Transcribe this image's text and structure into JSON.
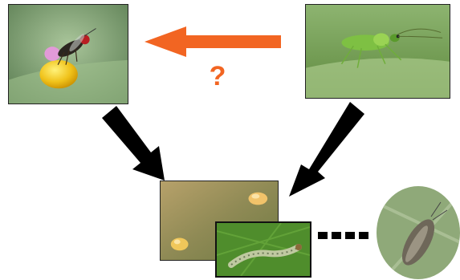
{
  "diagram": {
    "question_mark": "?",
    "images": [
      {
        "id": "wasp",
        "subject": "parasitoid-wasp-on-egg"
      },
      {
        "id": "bug",
        "subject": "green-mirid-bug"
      },
      {
        "id": "eggs",
        "subject": "moth-eggs-on-leaf"
      },
      {
        "id": "larva",
        "subject": "caterpillar-larva"
      },
      {
        "id": "moth",
        "subject": "adult-moth"
      }
    ],
    "colors": {
      "orange_arrow": "#f26522",
      "black_arrow": "#000000",
      "question_mark": "#f26522"
    }
  }
}
